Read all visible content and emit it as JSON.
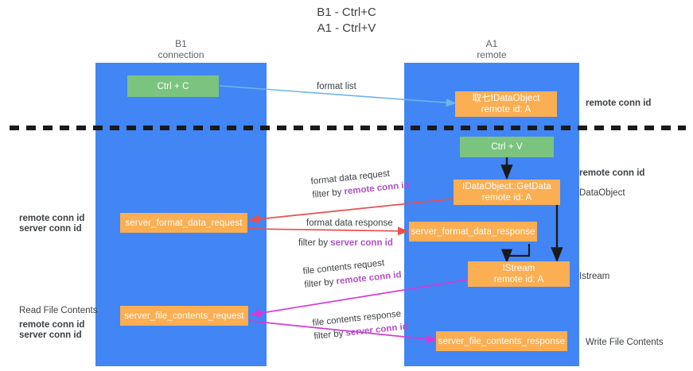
{
  "title": {
    "line1": "B1 - Ctrl+C",
    "line2": "A1 - Ctrl+V"
  },
  "lanes": [
    {
      "id": "b1",
      "name": "B1",
      "role": "connection",
      "color": "#4285f4"
    },
    {
      "id": "a1",
      "name": "A1",
      "role": "remote",
      "color": "#4285f4"
    }
  ],
  "colors": {
    "lane": "#4285f4",
    "green_box": "#7bc47f",
    "orange_box": "#fbae52",
    "purple_text": "#b14fc5",
    "green_text": "#6aa84f",
    "red_arrow": "#ea4f4f",
    "magenta_arrow": "#d63ad6",
    "blue_arrow": "#6fb5ea",
    "black_arrow": "#1a1a1a",
    "divider": "#1a1a1a"
  },
  "nodes": {
    "ctrl_c": {
      "label": "Ctrl + C",
      "kind": "green"
    },
    "idataobject_remote": {
      "line1": "取七IDataObject",
      "line2": "remote id: A",
      "kind": "orange"
    },
    "ctrl_v": {
      "label": "Ctrl + V",
      "kind": "green"
    },
    "getdata": {
      "line1": "IDataObject::GetData",
      "line2": "remote id: A",
      "kind": "orange"
    },
    "server_format_data_request": {
      "label": "server_format_data_request",
      "kind": "orange"
    },
    "server_format_data_response": {
      "label": "server_format_data_response",
      "kind": "orange"
    },
    "istream": {
      "line1": "IStream",
      "line2": "remote id: A",
      "kind": "orange"
    },
    "server_file_contents_request": {
      "label": "server_file_contents_request",
      "kind": "orange"
    },
    "server_file_contents_response": {
      "label": "server_file_contents_response",
      "kind": "orange"
    }
  },
  "edge_labels": {
    "format_list": "format list",
    "format_data_request": "format data request",
    "format_data_request_filter_prefix": "filter by ",
    "format_data_request_filter_key": "remote conn id",
    "format_data_response": "format data response",
    "format_data_response_filter_prefix": "filter by ",
    "format_data_response_filter_key": "server conn id",
    "file_contents_request": "file contents request",
    "file_contents_request_filter_prefix": "filter by ",
    "file_contents_request_filter_key": "remote conn id",
    "file_contents_response": "file contents response",
    "file_contents_response_filter_prefix": "filter by ",
    "file_contents_response_filter_key": "server conn id"
  },
  "side_labels": {
    "right_remote_conn_id_top": "remote conn id",
    "right_remote_conn_id_mid": "remote conn id",
    "right_dataobject": "DataObject",
    "right_istream": "Istream",
    "right_write_file_contents": "Write File Contents",
    "left_remote_conn_id": "remote conn id",
    "left_server_conn_id": "server conn id",
    "left_read_file_contents": "Read File Contents",
    "left_remote_conn_id_2": "remote conn id",
    "left_server_conn_id_2": "server conn id"
  }
}
